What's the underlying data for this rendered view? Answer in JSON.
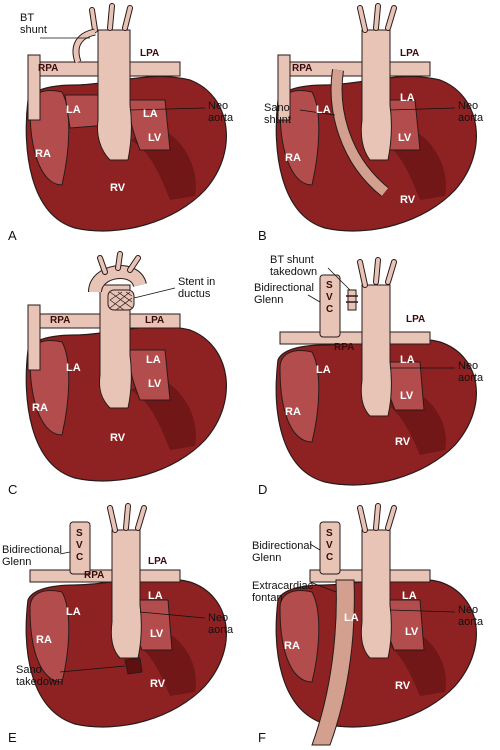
{
  "colors": {
    "ventricle": "#8e2222",
    "ventricle_dark": "#5e1010",
    "atrium": "#b34d4d",
    "vessel": "#e7c4b6",
    "vessel_stroke": "#2a1a1a",
    "conduit": "#d3a08f"
  },
  "panels": {
    "A": {
      "letter": "A",
      "ra": "RA",
      "rv": "RV",
      "la": "LA",
      "lv": "LV",
      "la2": "LA",
      "rpa": "RPA",
      "lpa": "LPA",
      "callout1": "BT\nshunt",
      "callout2": "Neo\naorta"
    },
    "B": {
      "letter": "B",
      "ra": "RA",
      "rv": "RV",
      "la": "LA",
      "lv": "LV",
      "la2": "LA",
      "rpa": "RPA",
      "lpa": "LPA",
      "callout1": "Sano\nshunt",
      "callout2": "Neo\naorta"
    },
    "C": {
      "letter": "C",
      "ra": "RA",
      "rv": "RV",
      "la": "LA",
      "lv": "LV",
      "la2": "LA",
      "rpa": "RPA",
      "lpa": "LPA",
      "callout1": "Stent in\nductus"
    },
    "D": {
      "letter": "D",
      "ra": "RA",
      "rv": "RV",
      "la": "LA",
      "lv": "LV",
      "la2": "LA",
      "rpa": "RPA",
      "lpa": "LPA",
      "svc": "S\nV\nC",
      "callout1": "BT shunt\ntakedown",
      "callout2": "Bidirectional\nGlenn",
      "callout3": "Neo\naorta"
    },
    "E": {
      "letter": "E",
      "ra": "RA",
      "rv": "RV",
      "la": "LA",
      "lv": "LV",
      "la2": "LA",
      "rpa": "RPA",
      "lpa": "LPA",
      "svc": "S\nV\nC",
      "callout1": "Bidirectional\nGlenn",
      "callout2": "Neo\naorta",
      "callout3": "Sano\ntakedown"
    },
    "F": {
      "letter": "F",
      "ra": "RA",
      "rv": "RV",
      "la": "LA",
      "lv": "LV",
      "la2": "LA",
      "svc": "S\nV\nC",
      "callout1": "Bidirectional\nGlenn",
      "callout2": "Extracardiac\nfontan",
      "callout3": "Neo\naorta"
    }
  }
}
